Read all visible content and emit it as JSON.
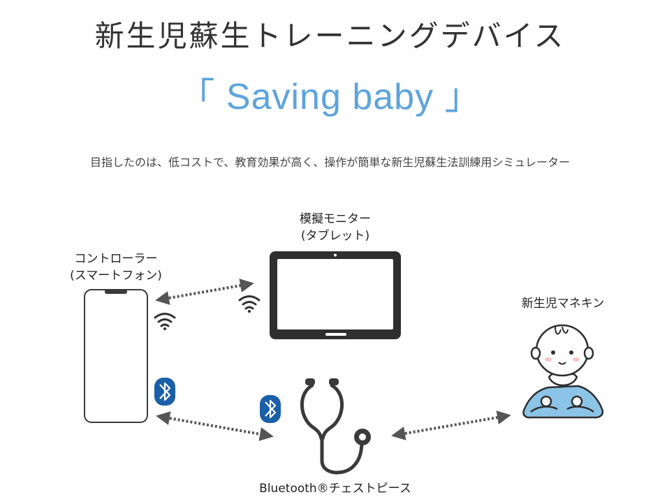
{
  "header": {
    "title": "新生児蘇生トレーニングデバイス",
    "subtitle": "「 Saving baby 」"
  },
  "description": "目指したのは、低コストで、教育効果が高く、操作が簡単な新生児蘇生法訓練用シミュレーター",
  "nodes": {
    "monitor": {
      "line1": "模擬モニター",
      "line2": "(タブレット)"
    },
    "controller": {
      "line1": "コントローラー",
      "line2": "(スマートフォン)"
    },
    "manikin": {
      "label": "新生児マネキン"
    },
    "chestpiece": {
      "label": "Bluetooth®チェストピース"
    }
  },
  "colors": {
    "accent": "#5ea4dd",
    "bluetooth": "#1a5fa8",
    "device": "#3a3a3a",
    "baby_clothes": "#8cc4e8"
  },
  "icons": [
    "wifi-icon",
    "bluetooth-icon",
    "tablet-icon",
    "smartphone-icon",
    "stethoscope-icon",
    "baby-icon"
  ]
}
